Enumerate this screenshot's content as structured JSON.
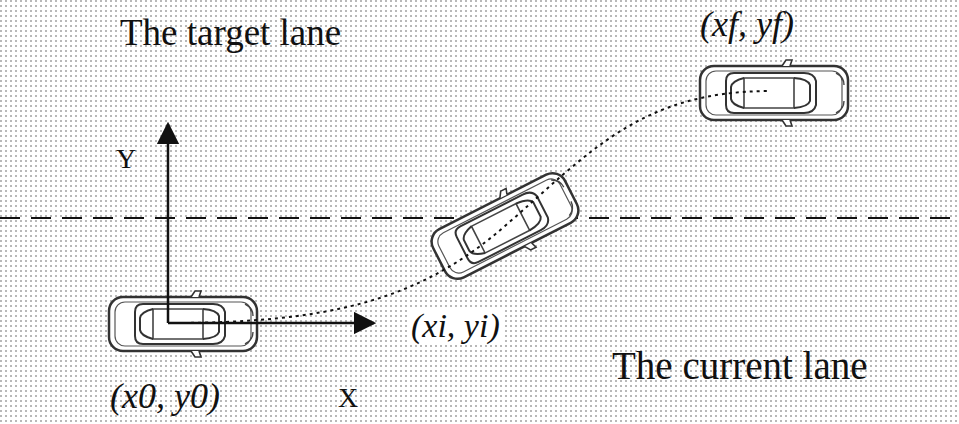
{
  "diagram": {
    "labels": [
      "The target lane",
      "(xf, yf)",
      "Y",
      "(xi, yi)",
      "The current lane",
      "(x0, y0)",
      "X"
    ]
  }
}
